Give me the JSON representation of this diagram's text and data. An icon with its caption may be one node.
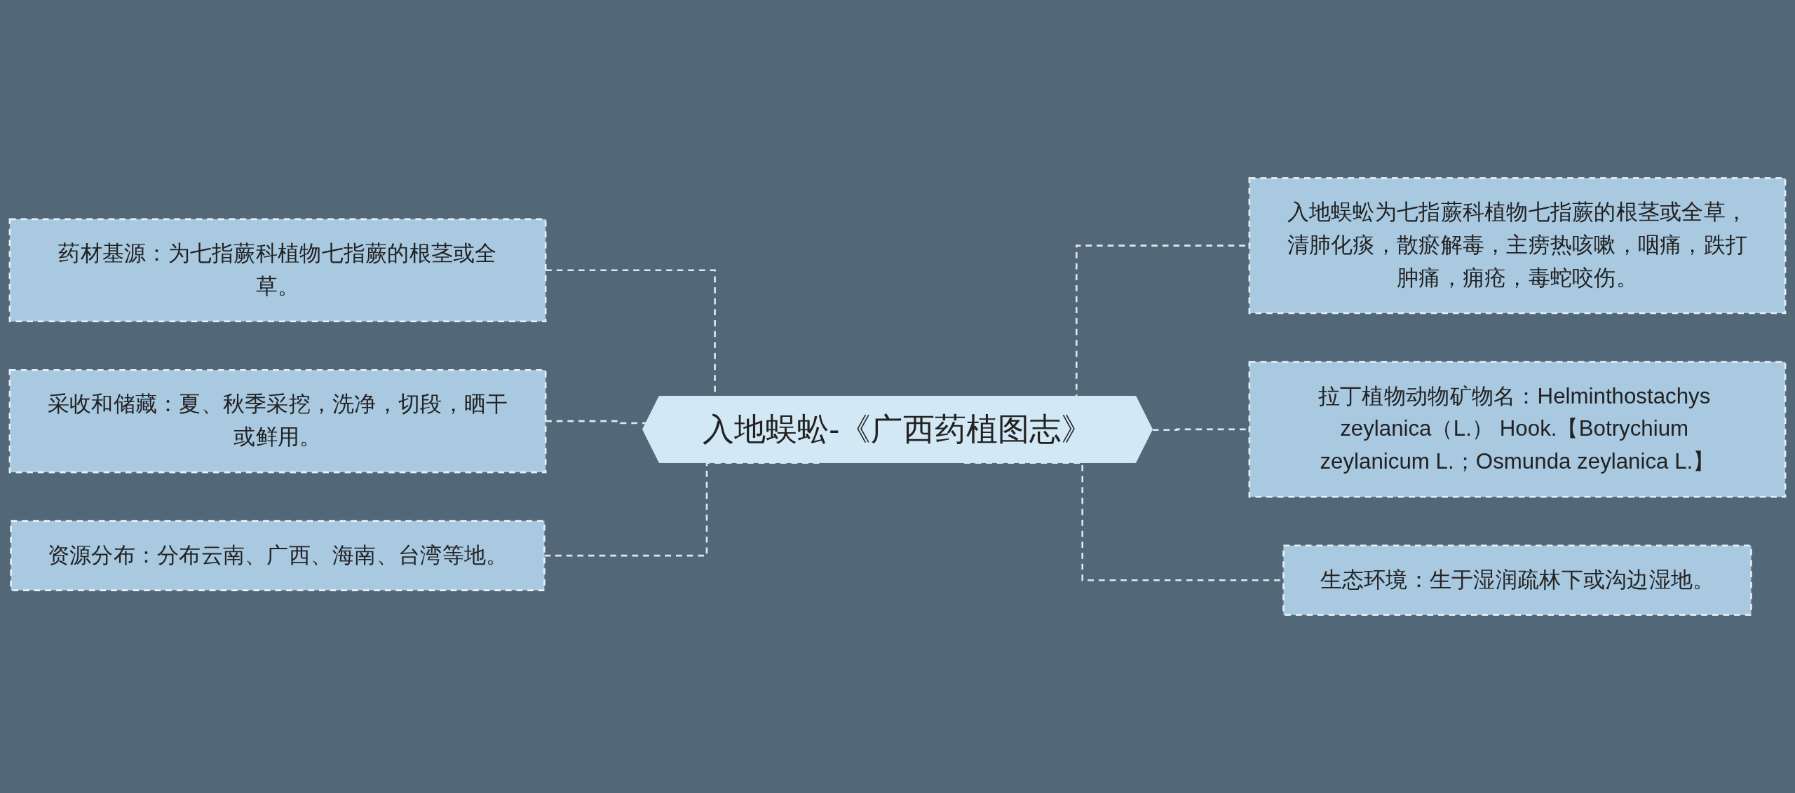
{
  "diagram": {
    "nodes": [
      {
        "text": [
          "入地蜈蚣-《广西药植图志》"
        ]
      },
      {
        "text": [
          "药材基源：为七指蕨科植物七指蕨的根茎或全草。"
        ]
      },
      {
        "text": [
          "采收和储藏：夏、秋季采挖，洗净，切段，晒干或鲜用。"
        ]
      },
      {
        "text": [
          "资源分布：分布云南、广西、海南、台湾等地。"
        ]
      },
      {
        "text": [
          "入地蜈蚣为七指蕨科植物七指蕨的根茎或全草，清肺化痰，散瘀解毒，主痨热咳嗽，咽痛，跌打肿痛，痈疮，毒蛇咬伤。"
        ]
      },
      {
        "text": [
          "拉丁植物动物矿物名：Helminthostachys zeylanica（L.） Hook.【Botrychium zeylanicum L.；Osmunda zeylanica L.】"
        ]
      },
      {
        "text": [
          "生态环境：生于湿润疏林下或沟边湿地。"
        ]
      }
    ],
    "edges": [
      {
        "from": 1,
        "to": 0,
        "arrow": "none",
        "style": "dashed"
      },
      {
        "from": 2,
        "to": 0,
        "arrow": "none",
        "style": "dashed"
      },
      {
        "from": 3,
        "to": 0,
        "arrow": "none",
        "style": "dashed"
      },
      {
        "from": 0,
        "to": 4,
        "arrow": "none",
        "style": "dashed"
      },
      {
        "from": 0,
        "to": 5,
        "arrow": "none",
        "style": "dashed"
      },
      {
        "from": 0,
        "to": 6,
        "arrow": "none",
        "style": "dashed"
      }
    ]
  }
}
